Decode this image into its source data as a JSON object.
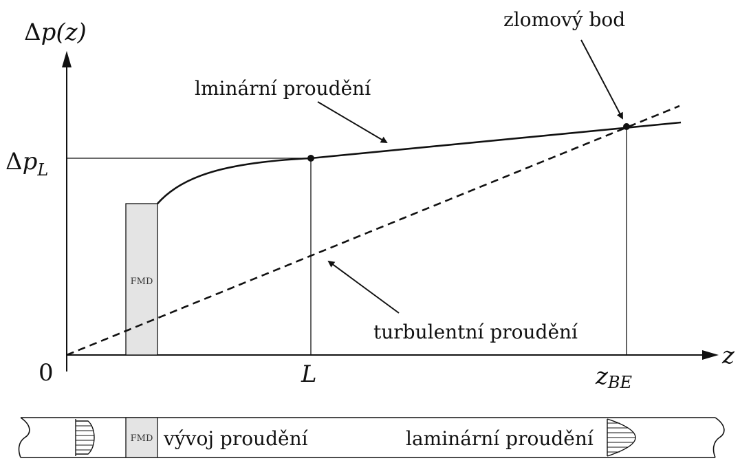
{
  "diagram": {
    "axes": {
      "y_label_prefix": "Δ",
      "y_label_var": "p",
      "y_label_arg": "(z)",
      "x_label": "z",
      "origin_label": "0"
    },
    "levels": {
      "dp_prefix": "Δ",
      "dp_var": "p",
      "dp_sub": "L"
    },
    "ticks": {
      "L": "L",
      "zbe_var": "z",
      "zbe_sub": "BE"
    },
    "annotations": {
      "laminar": "lminární proudění",
      "breakpoint": "zlomový bod",
      "turbulent": "turbulentní proudění"
    },
    "fmd_label": "FMD"
  },
  "pipe": {
    "fmd_label": "FMD",
    "development_text": "vývoj proudění",
    "laminar_text": "laminární proudění"
  },
  "colors": {
    "stroke": "#111111",
    "fmd_fill": "#e4e4e4"
  }
}
